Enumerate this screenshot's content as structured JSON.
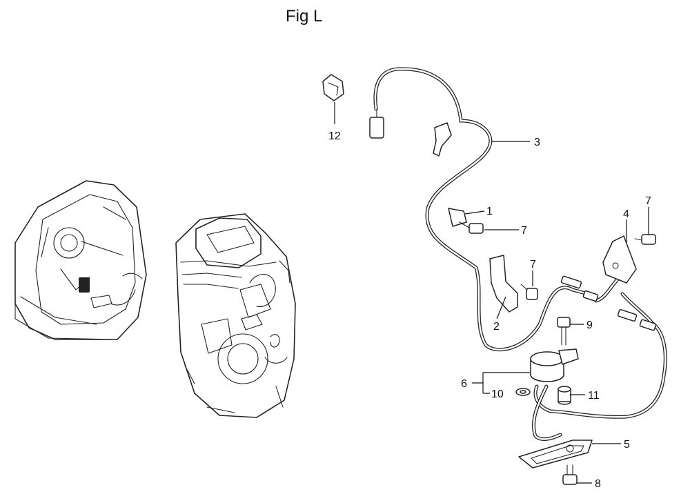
{
  "title": "Fig L",
  "callouts": [
    {
      "id": "c1",
      "text": "1"
    },
    {
      "id": "c2",
      "text": "2"
    },
    {
      "id": "c3",
      "text": "3"
    },
    {
      "id": "c4",
      "text": "4"
    },
    {
      "id": "c5",
      "text": "5"
    },
    {
      "id": "c6",
      "text": "6"
    },
    {
      "id": "c7a",
      "text": "7"
    },
    {
      "id": "c7b",
      "text": "7"
    },
    {
      "id": "c7c",
      "text": "7"
    },
    {
      "id": "c8",
      "text": "8"
    },
    {
      "id": "c9",
      "text": "9"
    },
    {
      "id": "c10",
      "text": "10"
    },
    {
      "id": "c11",
      "text": "11"
    },
    {
      "id": "c12",
      "text": "12"
    }
  ]
}
